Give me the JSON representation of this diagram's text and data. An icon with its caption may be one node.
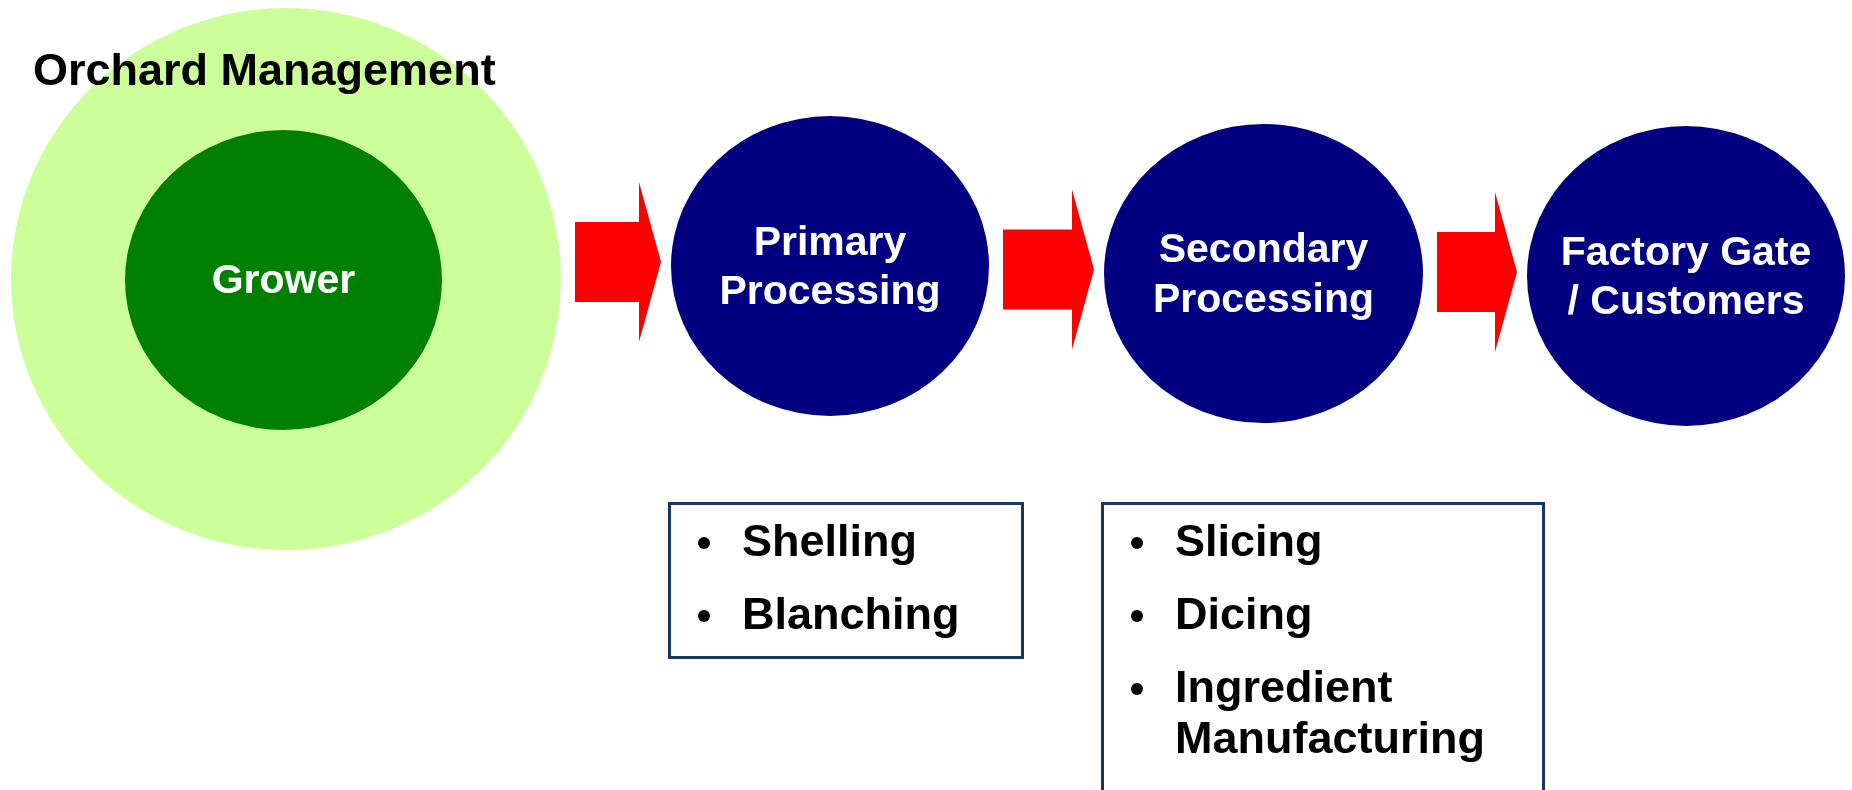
{
  "diagram": {
    "nodes": [
      {
        "text": [
          "Orchard Management"
        ]
      },
      {
        "text": [
          "Grower"
        ],
        "in": 0
      },
      {
        "text": [
          "Primary Processing"
        ]
      },
      {
        "text": [
          "Secondary Processing"
        ]
      },
      {
        "text": [
          "Factory Gate / Customers"
        ]
      },
      {
        "text": [
          "Shelling",
          "Blanching"
        ]
      },
      {
        "text": [
          "Slicing",
          "Dicing",
          "Ingredient Manufacturing"
        ]
      }
    ],
    "edges": [
      {
        "from": 0,
        "to": 2,
        "arrow": "to"
      },
      {
        "from": 2,
        "to": 3,
        "arrow": "to"
      },
      {
        "from": 3,
        "to": 4,
        "arrow": "to"
      }
    ]
  }
}
